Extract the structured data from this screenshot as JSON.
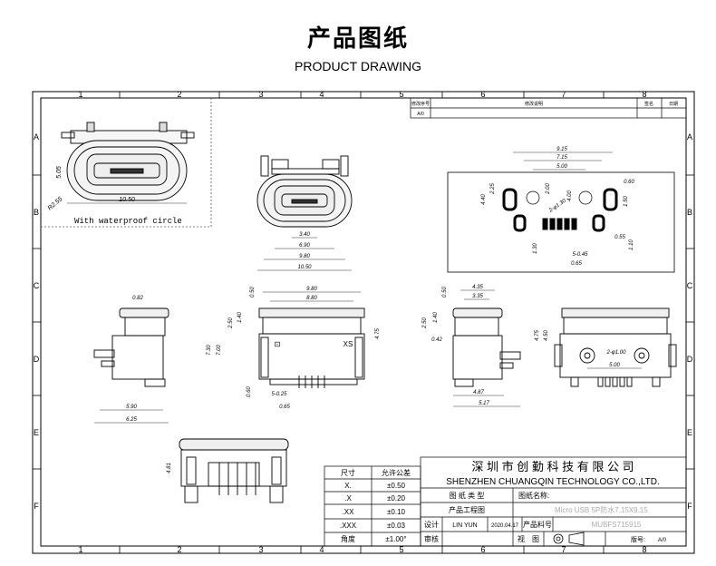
{
  "header": {
    "title_cn": "产品图纸",
    "title_en": "PRODUCT DRAWING"
  },
  "grid": {
    "cols": [
      "1",
      "2",
      "3",
      "4",
      "5",
      "6",
      "7",
      "8"
    ],
    "rows": [
      "A",
      "B",
      "C",
      "D",
      "E",
      "F"
    ]
  },
  "revision_table": {
    "col1": "修改序号",
    "col2": "修改说明",
    "col3": "签名",
    "col4": "日期",
    "rev": "A/0"
  },
  "front_iso": {
    "caption": "With waterproof circle",
    "dim_width": "10.50",
    "dim_height": "5.05",
    "dim_radius": "R2.55"
  },
  "front_view": {
    "dims": [
      "3.40",
      "6.90",
      "9.80",
      "10.50"
    ]
  },
  "pcb_layout": {
    "dims": [
      "9.15",
      "7.15",
      "5.00",
      "2.00",
      "0.60",
      "2.25",
      "4.40",
      "2-φ1.30",
      "4.00",
      "1.50",
      "5-0.45",
      "0.65",
      "0.55",
      "1.10",
      "1.30"
    ]
  },
  "side_left": {
    "dims": [
      "0.82",
      "5.90",
      "6.25"
    ]
  },
  "side_main": {
    "dims": [
      "9.80",
      "8.80",
      "0.50",
      "2.50",
      "1.40",
      "7.30",
      "7.00",
      "4.75",
      "0.60",
      "5-0.25",
      "0.65"
    ],
    "mark_left": "⊡",
    "mark_right": "XS"
  },
  "side_right": {
    "dims": [
      "4.35",
      "3.35",
      "0.50",
      "2.50",
      "1.40",
      "0.42",
      "4.87",
      "5.17"
    ]
  },
  "back_view": {
    "dims": [
      "4.75",
      "4.50",
      "2-φ1.00",
      "5.00"
    ]
  },
  "bottom_view": {
    "dims": [
      "4.81"
    ]
  },
  "tolerance_table": {
    "headers": [
      "尺寸",
      "允许公差"
    ],
    "rows": [
      [
        "X.",
        "±0.50"
      ],
      [
        ".X",
        "±0.20"
      ],
      [
        ".XX",
        "±0.10"
      ],
      [
        ".XXX",
        "±0.03"
      ],
      [
        "角度",
        "±1.00°"
      ]
    ]
  },
  "title_block": {
    "company_cn": "深 圳 市 创 勤 科 技 有 限 公 司",
    "company_en": "SHENZHEN CHUANGQIN TECHNOLOGY CO.,LTD.",
    "drawing_type_label": "图 纸 类 型",
    "drawing_type_value": "产品工程图",
    "drawing_name_label": "图纸名称:",
    "drawing_name_value": "Micro USB 5P防水7.15X9.15",
    "design_label": "设计",
    "designer": "LIN YUN",
    "date": "2020.04.17",
    "part_no_label": "产品料号",
    "part_no_value": "MUBFS715915",
    "review_label": "审核",
    "view_label": "视　图",
    "version_label": "版号:",
    "version_value": "A/0"
  }
}
